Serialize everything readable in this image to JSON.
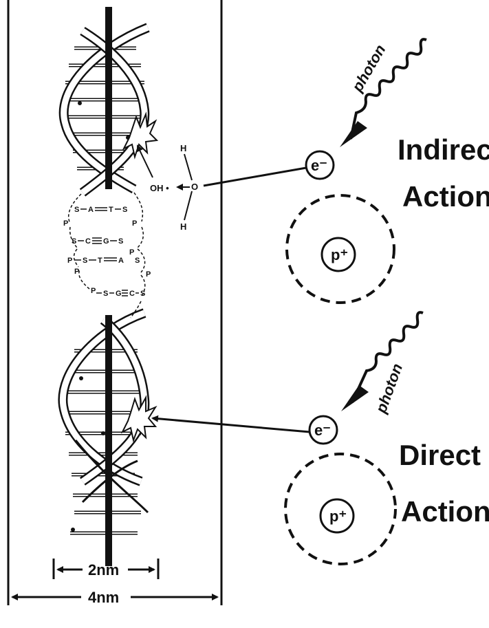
{
  "labels": {
    "indirect_line1": "Indirect",
    "indirect_line2": "Action",
    "direct_line1": "Direct",
    "direct_line2": "Action",
    "photon_top": "photon",
    "photon_bottom": "photon",
    "electron_top": "e⁻",
    "proton_top": "p⁺",
    "electron_bottom": "e⁻",
    "proton_bottom": "p⁺",
    "width_inner": "2nm",
    "width_outer": "4nm"
  },
  "water": {
    "radical": "OH •",
    "oxygen": "O",
    "h_top": "H",
    "h_bottom": "H"
  },
  "sequence": {
    "row1": [
      "S",
      "A",
      "T",
      "S"
    ],
    "row1_left_p": "P",
    "row1_right_p": "P",
    "row2": [
      "S",
      "C",
      "G",
      "S"
    ],
    "row2_left_p": "P",
    "row2_right_p": "P",
    "row3": [
      "S",
      "T",
      "A",
      "S"
    ],
    "row3_left_p": "P",
    "row3_right_p": "P",
    "row4": [
      "S",
      "G",
      "C",
      "S"
    ],
    "row4_left_p": "P"
  }
}
